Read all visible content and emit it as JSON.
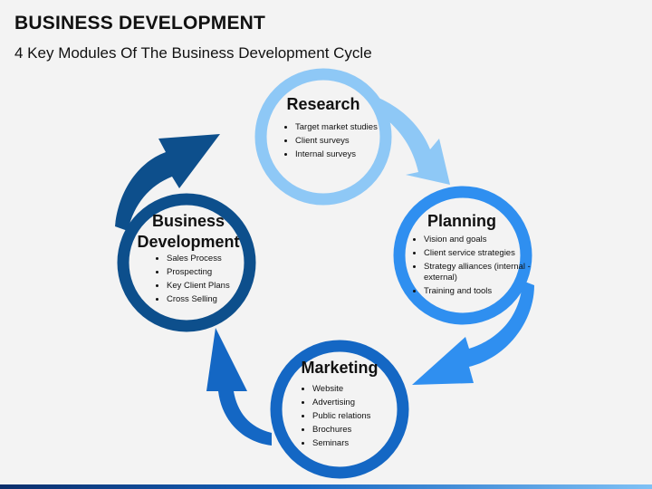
{
  "header": {
    "title": "BUSINESS DEVELOPMENT",
    "subtitle": "4 Key Modules Of The Business Development Cycle"
  },
  "colors": {
    "research": "#8ec8f6",
    "planning": "#2f8ff0",
    "marketing": "#1467c4",
    "business_development": "#0d4f8c"
  },
  "modules": {
    "research": {
      "title": "Research",
      "items": [
        "Target market studies",
        "Client surveys",
        "Internal surveys"
      ]
    },
    "planning": {
      "title": "Planning",
      "items": [
        "Vision and goals",
        "Client service strategies",
        "Strategy alliances (internal - external)",
        "Training and tools"
      ]
    },
    "marketing": {
      "title": "Marketing",
      "items": [
        "Website",
        "Advertising",
        "Public relations",
        "Brochures",
        "Seminars"
      ]
    },
    "business_development": {
      "title_line1": "Business",
      "title_line2": "Development",
      "items": [
        "Sales Process",
        "Prospecting",
        "Key Client Plans",
        "Cross Selling"
      ]
    }
  }
}
